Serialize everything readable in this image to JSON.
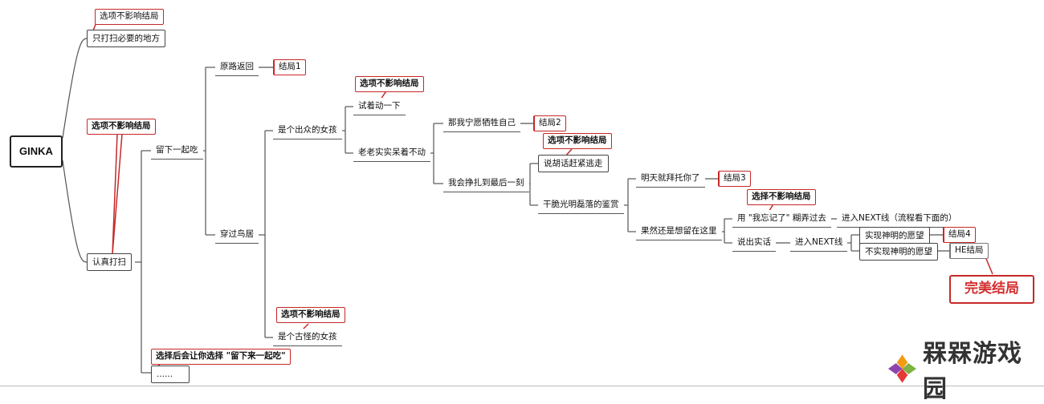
{
  "root": "GINKA",
  "nodes": {
    "only_sweep": "只打扫必要的地方",
    "stay_eat": "留下一起吃",
    "serious_sweep": "认真打扫",
    "ellipsis": "......",
    "go_back": "原路返回",
    "through_torii": "穿过鸟居",
    "outstanding_girl": "是个出众的女孩",
    "odd_girl": "是个古怪的女孩",
    "try_move": "试着动一下",
    "stay_still": "老老实实呆着不动",
    "sacrifice": "那我宁愿牺牲自己",
    "struggle": "我会挣扎到最后一刻",
    "nonsense": "说胡话赶紧逃走",
    "appreciate": "干脆光明磊落的鉴赏",
    "tomorrow": "明天就拜托你了",
    "want_stay": "果然还是想留在这里",
    "forgot": "用 \"我忘记了\" 糊弄过去",
    "truth": "说出实话",
    "next1": "进入NEXT线（流程看下面的）",
    "next2": "进入NEXT线",
    "realize": "实现神明的愿望",
    "not_realize": "不实现神明的愿望"
  },
  "endings": {
    "e1": "结局1",
    "e2": "结局2",
    "e3": "结局3",
    "e4": "结局4",
    "he": "HE结局"
  },
  "notes": {
    "n_top": "选项不影响结局",
    "n_stay": "选项不影响结局",
    "n_try": "选项不影响结局",
    "n_nonsense": "选项不影响结局",
    "n_forgot": "选择不影响结局",
    "n_odd": "选项不影响结局",
    "n_ellipsis": "选择后会让你选择 \"留下来一起吃\"",
    "perfect": "完美结局"
  },
  "watermark": "槑槑游戏园",
  "colors": {
    "accent": "#c62828",
    "line": "#555555",
    "wm_orange": "#f39c12",
    "wm_green": "#7cb342",
    "wm_red": "#e53935",
    "wm_purple": "#8e44ad"
  }
}
